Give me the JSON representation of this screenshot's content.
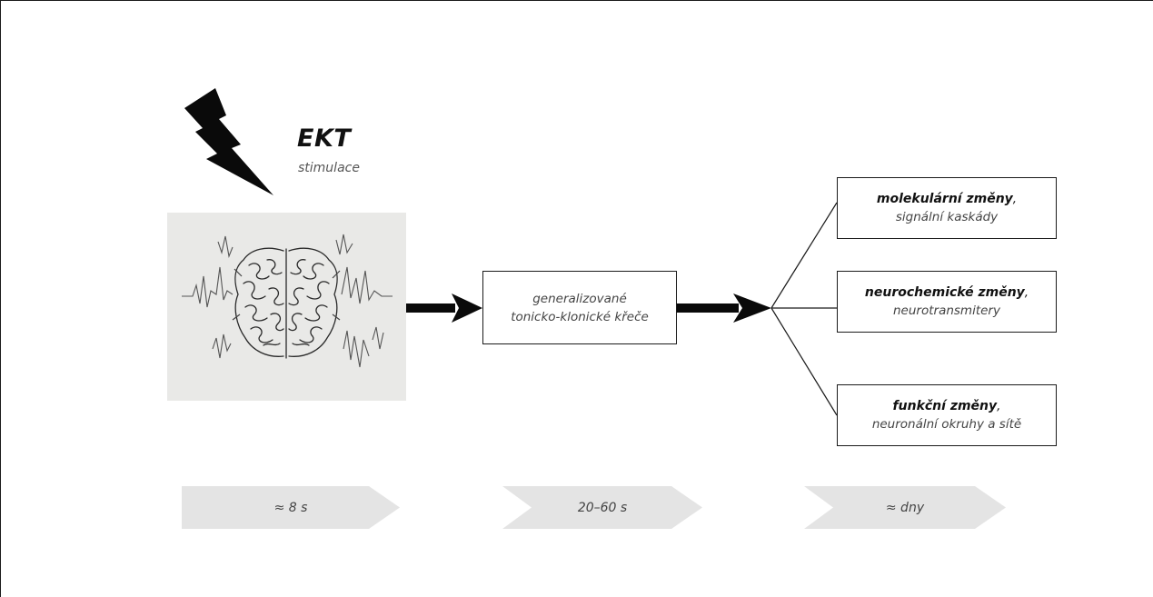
{
  "stimulus": {
    "title": "EKT",
    "subtitle": "stimulace",
    "icon": "lightning-bolt-icon"
  },
  "brain_image": {
    "icon": "brain-illustration",
    "background": "#e9e9e7"
  },
  "middle_box": {
    "line1": "generalizované",
    "line2": "tonicko-klonické křeče"
  },
  "outcomes": [
    {
      "head": "molekulární změny",
      "tail": ",",
      "sub": "signální kaskády"
    },
    {
      "head": "neurochemické změny",
      "tail": ",",
      "sub": "neurotransmitery"
    },
    {
      "head": "funkční změny",
      "tail": ",",
      "sub": "neuronální okruhy a sítě"
    }
  ],
  "timeline": [
    {
      "label": "≈ 8 s"
    },
    {
      "label": "20–60 s"
    },
    {
      "label": "≈ dny"
    }
  ],
  "colors": {
    "line": "#1a1a1a",
    "timeline_fill": "#e4e4e4",
    "text_muted": "#444444"
  }
}
